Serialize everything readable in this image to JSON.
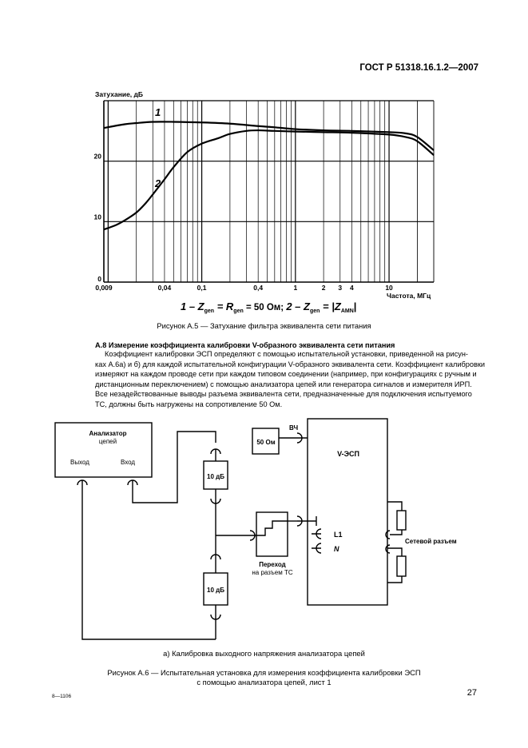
{
  "header": {
    "standard_id": "ГОСТ Р 51318.16.1.2—2007"
  },
  "chart_data": {
    "type": "line",
    "xscale": "log",
    "ylabel": "Затухание, дБ",
    "xlabel": "Частота, МГц",
    "xlim": [
      0.009,
      30
    ],
    "ylim": [
      0,
      30
    ],
    "grid": true,
    "x_tick_labels": [
      "0,009",
      "0,04",
      "0,1",
      "0,4",
      "1",
      "2",
      "3",
      "4",
      "10"
    ],
    "y_tick_labels": [
      "0",
      "10",
      "20"
    ],
    "series": [
      {
        "name": "1",
        "x": [
          0.009,
          0.015,
          0.02,
          0.03,
          0.05,
          0.1,
          0.2,
          0.4,
          0.6,
          1,
          2,
          4,
          10,
          15,
          20,
          30
        ],
        "y": [
          25.5,
          26.1,
          26.3,
          26.5,
          26.5,
          26.4,
          26.2,
          25.8,
          25.6,
          25.3,
          25.1,
          25.0,
          24.8,
          24.6,
          24.0,
          21.8
        ]
      },
      {
        "name": "2",
        "x": [
          0.009,
          0.012,
          0.015,
          0.02,
          0.025,
          0.03,
          0.04,
          0.05,
          0.07,
          0.1,
          0.15,
          0.2,
          0.3,
          0.4,
          0.6,
          1,
          2,
          4,
          10,
          15,
          20,
          30
        ],
        "y": [
          8.7,
          9.4,
          10.2,
          11.5,
          13.0,
          14.5,
          17.0,
          19.0,
          21.5,
          22.9,
          23.8,
          24.5,
          25.0,
          25.1,
          25.0,
          24.9,
          24.8,
          24.7,
          24.4,
          24.0,
          23.3,
          21.0
        ]
      }
    ],
    "annotations": [
      "1",
      "2"
    ],
    "legend_formula": {
      "i1": "1 – Z",
      "s1": "gen",
      "i2": " = R",
      "s2": "gen",
      "m3": " = 50 Ом;  ",
      "i4": "2 – Z",
      "s4": "gen",
      "i5": " = ",
      "i6": "|Z",
      "s6": "AMN",
      "i7": "|"
    }
  },
  "figure_a5_caption": "Рисунок А.5 — Затухание фильтра эквивалента сети питания",
  "section": {
    "heading": "А.8 Измерение коэффициента калибровки V-образного эквивалента сети питания",
    "paragraphs": [
      "Коэффициент калибровки ЭСП  определяют с помощью испытательной установки,  приведенной на рисун-",
      "ках  А.6а) и б) для каждой испытательной конфигурации V-образного эквивалента сети. Коэффициент калибровки",
      "измеряют на каждом проводе сети при каждом типовом соединении (например, при конфигурациях  с   ручным и",
      "дистанционным   переключением) с помощью анализатора цепей или генератора сигналов и измерителя ИРП.",
      "Все незадействованные выводы разъема эквивалента сети, предназначенные для подключения испытуемого",
      "ТС,  должны быть нагружены  на сопротивление 50 Ом."
    ]
  },
  "diagram": {
    "analyzer_title_1": "Анализатор",
    "analyzer_title_2": "цепей",
    "port_output": "Выход",
    "port_input": "Вход",
    "attenuator_top": "10 дБ",
    "attenuator_bottom": "10 дБ",
    "load": "50 Ом",
    "load_port": "ВЧ",
    "eut_title": "V-ЭСП",
    "terminal_l1": "L1",
    "terminal_n": "N",
    "adapter_label_1": "Переход",
    "adapter_label_2": "на разъем ТС",
    "mains_connector": "Сетевой разъем"
  },
  "figure_a6_subcaption": "а)  Калибровка выходного напряжения  анализатора цепей",
  "figure_a6_caption_line1": "Рисунок А.6 — Испытательная установка для измерения коэффициента калибровки  ЭСП",
  "figure_a6_caption_line2": "с  помощью анализатора  цепей, лист 1",
  "footer": {
    "code": "8—1106",
    "page": "27"
  }
}
